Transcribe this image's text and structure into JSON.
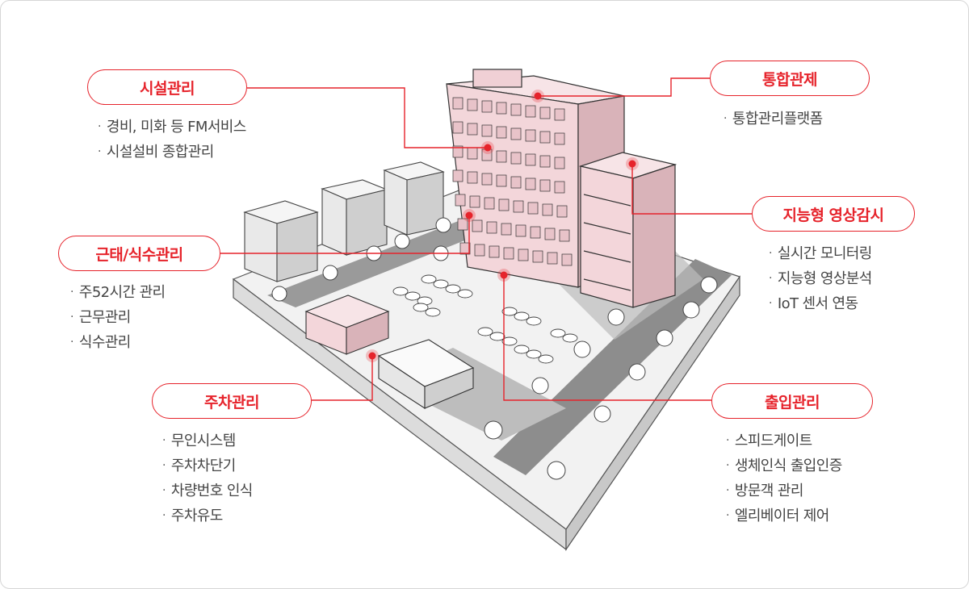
{
  "labels": {
    "facility": {
      "title": "시설관리",
      "items": [
        "경비, 미화 등 FM서비스",
        "시설설비 종합관리"
      ]
    },
    "integrated": {
      "title": "통합관제",
      "items": [
        "통합관리플랫폼"
      ]
    },
    "attendance": {
      "title": "근태/식수관리",
      "items": [
        "주52시간 관리",
        "근무관리",
        "식수관리"
      ]
    },
    "surveillance": {
      "title": "지능형 영상감시",
      "items": [
        "실시간 모니터링",
        "지능형 영상분석",
        "IoT 센서 연동"
      ]
    },
    "parking": {
      "title": "주차관리",
      "items": [
        "무인시스템",
        "주차차단기",
        "차량번호 인식",
        "주차유도"
      ]
    },
    "access": {
      "title": "출입관리",
      "items": [
        "스피드게이트",
        "생체인식 출입인증",
        "방문객 관리",
        "엘리베이터 제어"
      ]
    }
  },
  "colors": {
    "accent": "#e6232b",
    "building_pink": "#f3d6da",
    "building_shade": "#d9b3b9",
    "road": "#8a8a8a",
    "ground": "#e9e9e9"
  }
}
